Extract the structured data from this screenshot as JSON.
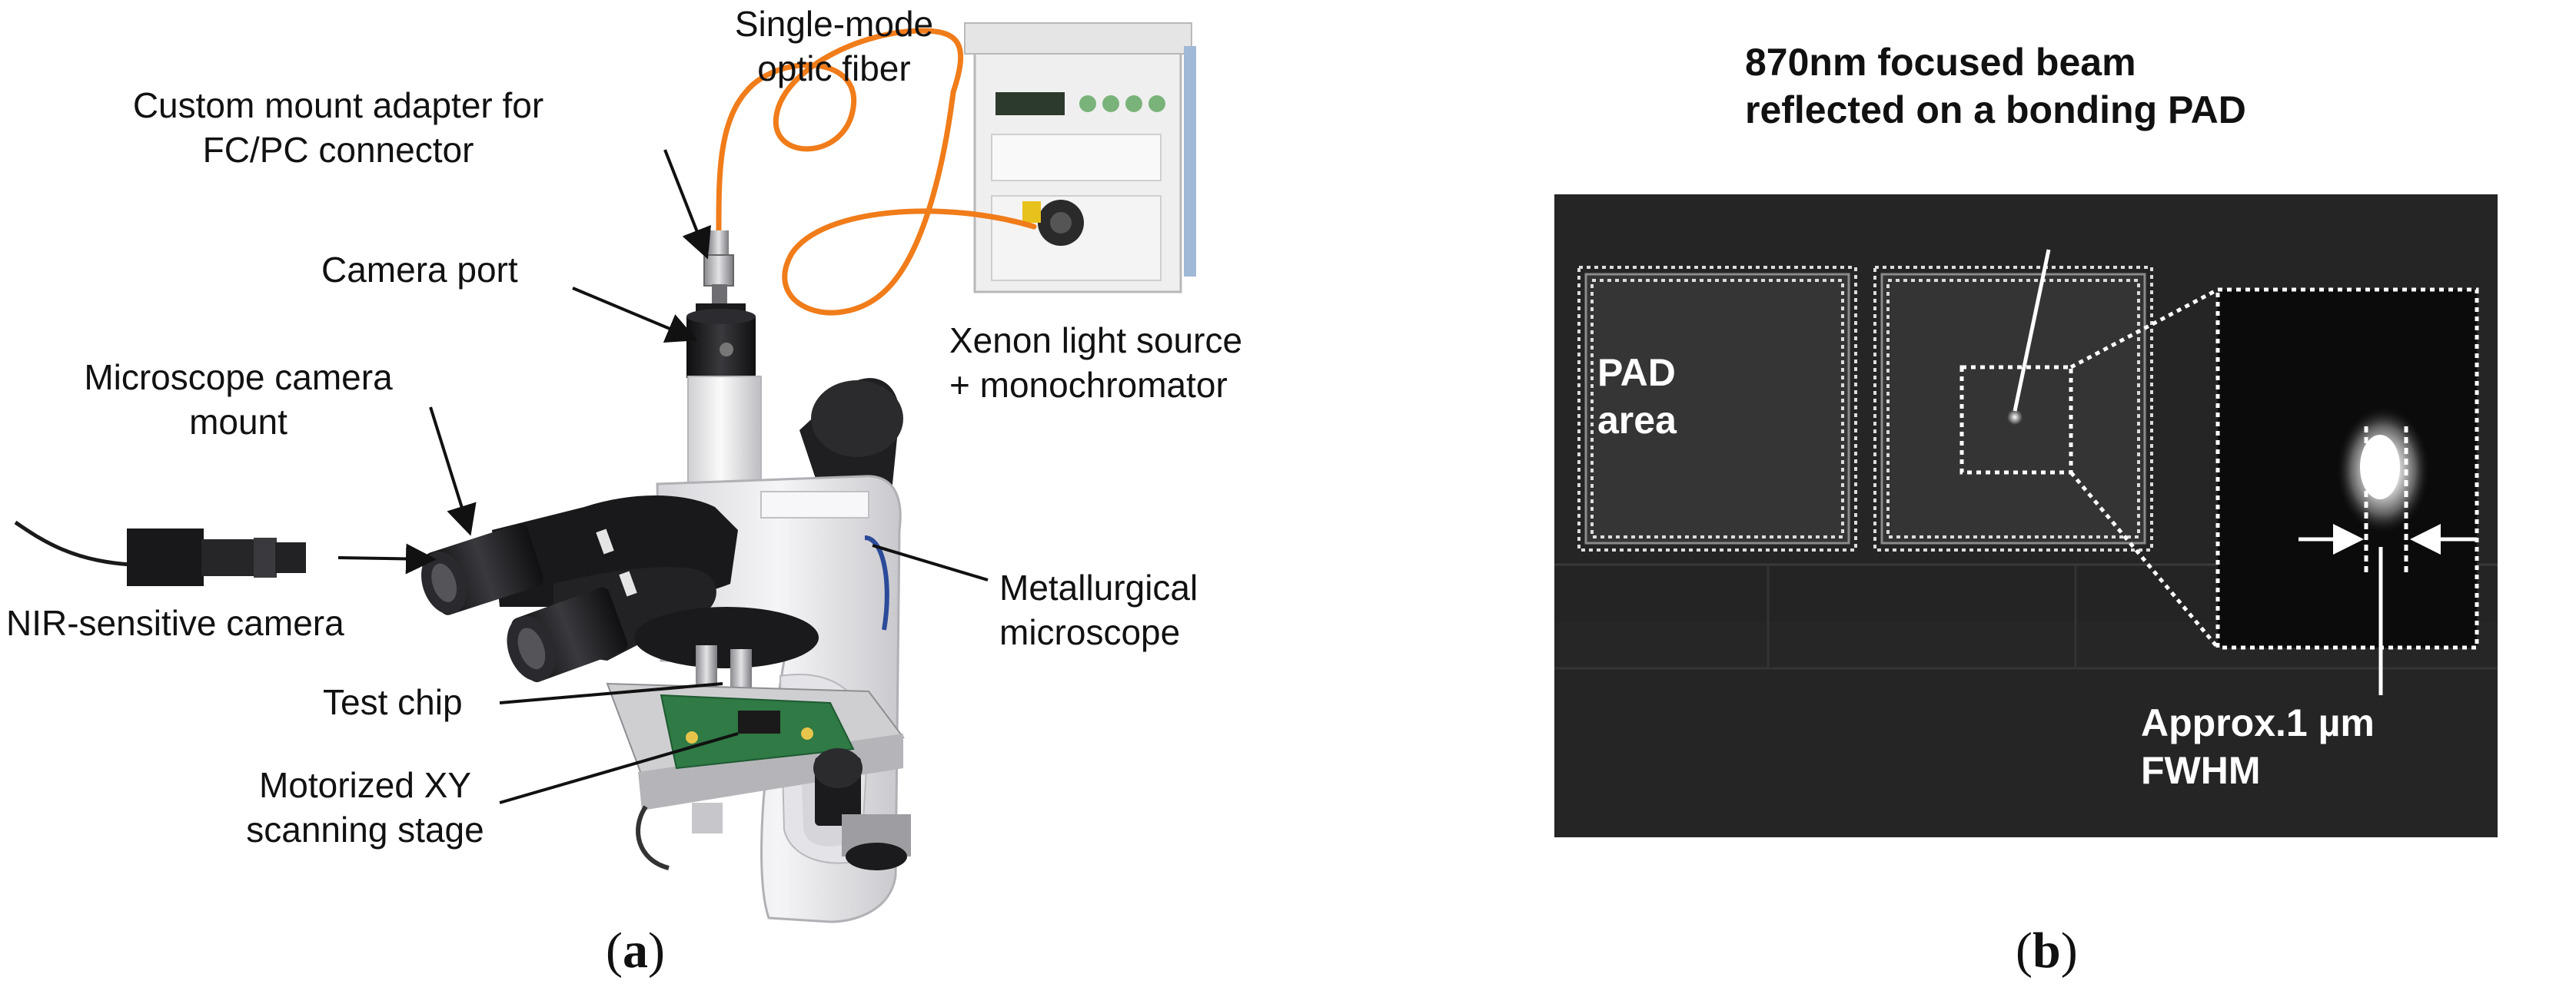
{
  "panel_a": {
    "labels": {
      "fiber": [
        "Single-mode",
        "optic fiber"
      ],
      "adapter": [
        "Custom mount adapter for",
        "FC/PC connector"
      ],
      "camera_port": "Camera port",
      "cam_mount": [
        "Microscope camera",
        "mount"
      ],
      "xenon": [
        "Xenon light source",
        "+ monochromator"
      ],
      "nir_camera": "NIR-sensitive camera",
      "metallurgical": [
        "Metallurgical",
        "microscope"
      ],
      "test_chip": "Test chip",
      "stage": [
        "Motorized XY",
        "scanning stage"
      ]
    },
    "caption": {
      "open": "(",
      "letter": "a",
      "close": ")"
    }
  },
  "panel_b": {
    "labels": {
      "beam": [
        "870nm focused beam",
        "reflected on a bonding PAD"
      ],
      "pad": [
        "PAD",
        "area"
      ],
      "fwhm": [
        "Approx.1 µm",
        "FWHM"
      ]
    },
    "caption": {
      "open": "(",
      "letter": "b",
      "close": ")"
    }
  },
  "colors": {
    "fiber": "#f07c1a",
    "microscope_body": "#e9e9eb",
    "microscope_dark": "#1c1c1e",
    "pcb": "#2f7a45",
    "sem_background": "#2a2a2a",
    "dotted_box": "#d8d8d8"
  }
}
